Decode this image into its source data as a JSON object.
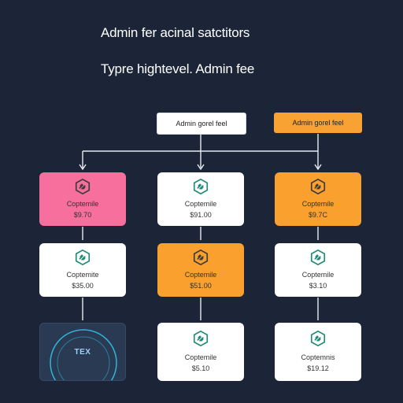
{
  "title": "Admin fer acinal satctitors",
  "subtitle": "Typre hightevel. Admin fee",
  "top_nodes": [
    {
      "label": "Admin gorel feel",
      "style": "white"
    },
    {
      "label": "Admin gorel feel",
      "style": "orange"
    }
  ],
  "cards": [
    {
      "name": "Coptemile",
      "price": "$9.70",
      "style": "pink",
      "icon": "hexagon-link-icon"
    },
    {
      "name": "Coptemile",
      "price": "$91.00",
      "style": "white",
      "icon": "hexagon-link-icon"
    },
    {
      "name": "Coptemile",
      "price": "$9.7C",
      "style": "orange",
      "icon": "hexagon-link-icon"
    },
    {
      "name": "Coptemite",
      "price": "$35.00",
      "style": "white",
      "icon": "hexagon-link-icon"
    },
    {
      "name": "Coptemile",
      "price": "$51.00",
      "style": "orange",
      "icon": "hexagon-link-icon"
    },
    {
      "name": "Coptemile",
      "price": "$3.10",
      "style": "white",
      "icon": "hexagon-link-icon"
    },
    {
      "name": "TEX",
      "style": "dark",
      "icon": "ring-icon"
    },
    {
      "name": "Coptemile",
      "price": "$5.10",
      "style": "white",
      "icon": "hexagon-link-icon"
    },
    {
      "name": "Coptemnis",
      "price": "$19.12",
      "style": "white",
      "icon": "hexagon-link-icon"
    }
  ],
  "colors": {
    "background": "#1c2537",
    "pink": "#f76f9c",
    "orange": "#f9a02f",
    "icon_teal": "#1f8a78",
    "icon_dark": "#3b3b3b",
    "ring": "#2ec4e6"
  }
}
